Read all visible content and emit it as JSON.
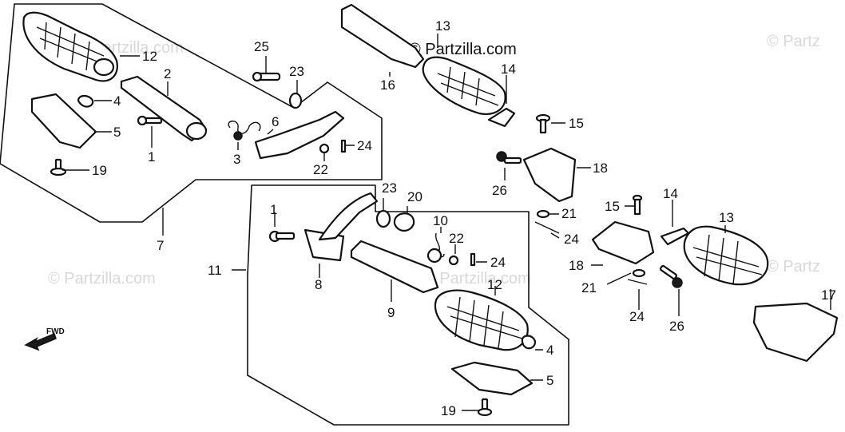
{
  "watermarks": {
    "main": "© Partzilla.com",
    "faded": "© Partzilla.com",
    "edge": "© Partz"
  },
  "direction_label": "FWD",
  "callouts": {
    "c12_top": "12",
    "c2": "2",
    "c4_top": "4",
    "c5_top": "5",
    "c1_top": "1",
    "c19_top": "19",
    "c25": "25",
    "c23_top": "23",
    "c6": "6",
    "c3": "3",
    "c22_top": "22",
    "c24_top": "24",
    "c7": "7",
    "c13_top": "13",
    "c16": "16",
    "c14_top": "14",
    "c15_top": "15",
    "c18_top": "18",
    "c26_top": "26",
    "c21_top": "21",
    "c24_mid": "24",
    "c23_mid": "23",
    "c20": "20",
    "c1_mid": "1",
    "c10": "10",
    "c22_mid": "22",
    "c24_low": "24",
    "c11": "11",
    "c8": "8",
    "c12_mid": "12",
    "c9": "9",
    "c4_low": "4",
    "c5_low": "5",
    "c19_low": "19",
    "c15_right": "15",
    "c14_right": "14",
    "c13_right": "13",
    "c18_right": "18",
    "c21_right": "21",
    "c24_right": "24",
    "c26_right": "26",
    "c17": "17"
  }
}
